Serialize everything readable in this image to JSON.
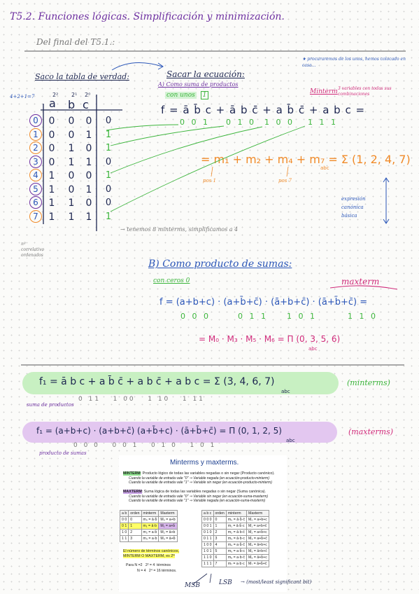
{
  "title": "T5.2. Funciones lógicas. Simplificación y minimización.",
  "subtitle": "Del final del T5.1.:",
  "note_top_right": "★ procuraremos de los unos, hemos colocado en casa...",
  "section_table": "Saco la tabla de verdad:",
  "section_eq": "Sacar la ecuación:",
  "sub_a": "A) Como suma de productos",
  "con_unos": "con unos",
  "con_unos_box": "1",
  "minterm_label": "Minterm",
  "minterm_note": "3 variables con todas sus combinaciones",
  "sum_formula": "4+2+1=7",
  "table": {
    "weights": [
      "2²",
      "2¹",
      "2⁰"
    ],
    "headers": [
      "a",
      "b",
      "c"
    ],
    "rows": [
      {
        "i": "0",
        "a": "0",
        "b": "0",
        "c": "0",
        "f": "0",
        "one": false
      },
      {
        "i": "1",
        "a": "0",
        "b": "0",
        "c": "1",
        "f": "1",
        "one": true
      },
      {
        "i": "2",
        "a": "0",
        "b": "1",
        "c": "0",
        "f": "1",
        "one": true
      },
      {
        "i": "3",
        "a": "0",
        "b": "1",
        "c": "1",
        "f": "0",
        "one": false
      },
      {
        "i": "4",
        "a": "1",
        "b": "0",
        "c": "0",
        "f": "1",
        "one": true
      },
      {
        "i": "5",
        "a": "1",
        "b": "0",
        "c": "1",
        "f": "0",
        "one": false
      },
      {
        "i": "6",
        "a": "1",
        "b": "1",
        "c": "0",
        "f": "0",
        "one": false
      },
      {
        "i": "7",
        "a": "1",
        "b": "1",
        "c": "1",
        "f": "1",
        "one": true
      }
    ]
  },
  "side_note": "nº correlativo ordenados",
  "eq_a_line": "f = ā b̄ c + ā b c̄ + a b̄ c̄ + a b c =",
  "eq_a_bits": [
    "0 0 1",
    "0 1 0",
    "1 0 0",
    "1 1 1"
  ],
  "eq_a_m": "= m₁ + m₂ + m₄ + m₇ = Σ (1, 2, 4, 7)",
  "eq_a_abc": "abc",
  "pos1": "pos 1",
  "pos7": "pos 7",
  "expresion_canonica": "expresión canónica básica",
  "tenemos": "→ tenemos 8 minterms, simplificamos a 4",
  "sub_b": "B) Como producto de sumas:",
  "con_ceros": "con ceros 0",
  "maxterm_label": "maxterm",
  "eq_b_line": "f = (a+b+c) · (a+b̄+c̄) · (ā+b+c̄) · (ā+b̄+c̄) =",
  "eq_b_bits": [
    "0 0 0",
    "0 1 1",
    "1 0 1",
    "1 1 0"
  ],
  "eq_b_m": "= M₀ · M₃ · M₅ · M₆ = Π (0, 3, 5, 6)",
  "eq_b_abc": "abc",
  "summary1": "f₁ = ā b c + a b̄ c̄ + a b c̄ + a b c = Σ (3, 4, 6, 7)",
  "summary1_abc": "abc",
  "summary1_tag": "(minterms)",
  "summary1_bits": "0 11   1 00   1 10   1 11",
  "summary1_note": "suma de productos",
  "summary2": "f₁ = (a+b+c) · (a+b+c̄) (a+b̄+c) · (ā+b̄+c̄) = Π (0, 1, 2, 5)",
  "summary2_abc": "abc",
  "summary2_tag": "(maxterms)",
  "summary2_bits": "0 0 0   0 0 1   0 1 0   1 0 1",
  "summary2_note": "producto de sumas",
  "box": {
    "title": "Minterms y maxterms.",
    "minterm_def_label": "MINTERM",
    "minterm_def": ": Producto lógico de todas las variables negadas o sin negar (Producto canónico).",
    "minterm_rule1": "Cuando la variable de entrada vale \"0\" ⇒ Variable negada (en ecuación-producto-minterm)",
    "minterm_rule2": "Cuando la variable de entrada vale \"1\" ⇒ Variable sin negar (en ecuación-producto-minterm)",
    "maxterm_def_label": "MAXTERM",
    "maxterm_def": ": Suma lógica de todas las variables negadas o sin negar (Suma canónica).",
    "maxterm_rule1": "Cuando la variable de entrada vale \"0\" ⇒ Variable sin negar (en ecuación-suma-maxterm)",
    "maxterm_rule2": "Cuando la variable de entrada vale \"1\" ⇒ Variable negada (en ecuación-suma-maxterm)",
    "t2_headers": [
      "a b",
      "orden",
      "minterm",
      "Maxterm"
    ],
    "t2_rows": [
      [
        "0 0",
        "0",
        "m₀ = ā·b̄",
        "M₀ = a+b"
      ],
      [
        "0 1",
        "1",
        "m₁ = ā·b",
        "M₁ = a+b̄"
      ],
      [
        "1 0",
        "2",
        "m₂ = a·b̄",
        "M₂ = ā+b"
      ],
      [
        "1 1",
        "3",
        "m₃ = a·b",
        "M₃ = ā+b̄"
      ]
    ],
    "t3_headers": [
      "a b c",
      "orden",
      "minterm",
      "Maxterm"
    ],
    "t3_rows": [
      [
        "0 0 0",
        "0",
        "m₀ = ā·b̄·c̄",
        "M₀ = a+b+c"
      ],
      [
        "0 0 1",
        "1",
        "m₁ = ā·b̄·c",
        "M₁ = a+b+c̄"
      ],
      [
        "0 1 0",
        "2",
        "m₂ = ā·b·c̄",
        "M₂ = a+b̄+c"
      ],
      [
        "0 1 1",
        "3",
        "m₃ = ā·b·c",
        "M₃ = a+b̄+c̄"
      ],
      [
        "1 0 0",
        "4",
        "m₄ = a·b̄·c̄",
        "M₄ = ā+b+c"
      ],
      [
        "1 0 1",
        "5",
        "m₅ = a·b̄·c",
        "M₅ = ā+b+c̄"
      ],
      [
        "1 1 0",
        "6",
        "m₆ = a·b·c̄",
        "M₆ = ā+b̄+c"
      ],
      [
        "1 1 1",
        "7",
        "m₇ = a·b·c",
        "M₇ = ā+b̄+c̄"
      ]
    ],
    "count_line1": "El número de términos canónicos,",
    "count_line2": "MINTERM O MAXTERM, es 2ᴺ",
    "para1": "Para N =2   2² = 4  términos",
    "para2": "N = 4   2⁴ = 16 términos."
  },
  "msb": "MSB",
  "lsb": "LSB",
  "lsb_note": "→ (most/least significant bit)"
}
